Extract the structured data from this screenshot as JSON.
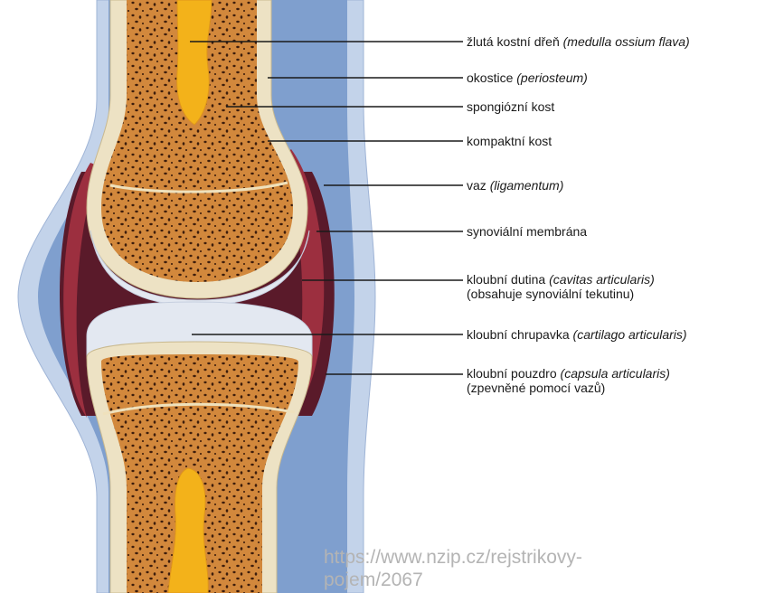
{
  "labels": [
    {
      "main": "žlutá kostní dřeň",
      "latin": "(medulla ossium flava)",
      "note": ""
    },
    {
      "main": "okostice",
      "latin": "(periosteum)",
      "note": ""
    },
    {
      "main": "spongiózní kost",
      "latin": "",
      "note": ""
    },
    {
      "main": "kompaktní kost",
      "latin": "",
      "note": ""
    },
    {
      "main": "vaz",
      "latin": "(ligamentum)",
      "note": ""
    },
    {
      "main": "synoviální membrána",
      "latin": "",
      "note": ""
    },
    {
      "main": "kloubní dutina",
      "latin": "(cavitas articularis)",
      "note": "(obsahuje synoviální tekutinu)"
    },
    {
      "main": "kloubní chrupavka",
      "latin": "(cartilago articularis)",
      "note": ""
    },
    {
      "main": "kloubní pouzdro",
      "latin": "(capsula articularis)",
      "note": "(zpevněné pomocí vazů)"
    }
  ],
  "source": {
    "line1": "https://www.nzip.cz/rejstrikovy-",
    "line2": "pojem/2067"
  },
  "colors": {
    "capsule": "#c3d3ea",
    "capsule_inner": "#7f9fce",
    "cavity": "#5a1a2a",
    "membrane": "#9c2f3f",
    "cortex": "#ede2c4",
    "spongy": "#d2883c",
    "marrow": "#f3b21a",
    "cartilage": "#e3e8f1"
  }
}
